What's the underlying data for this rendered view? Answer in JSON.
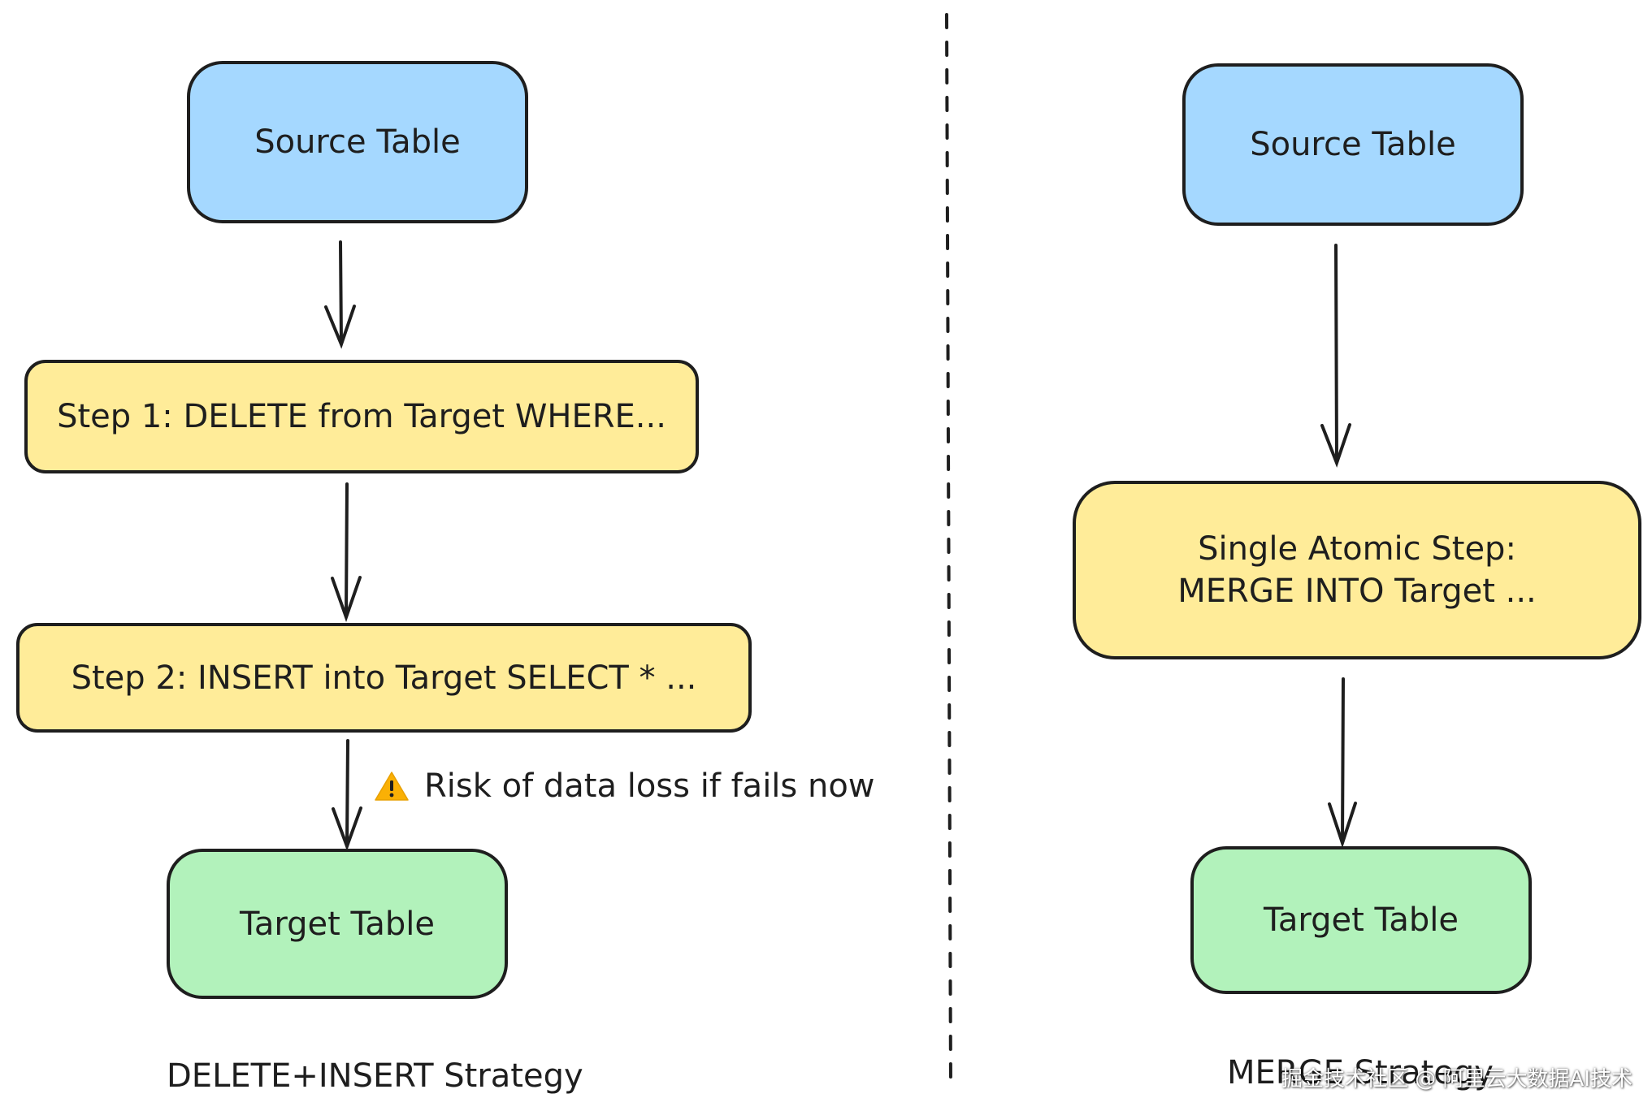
{
  "left": {
    "source": "Source Table",
    "step1": "Step 1: DELETE from Target WHERE...",
    "step2": "Step 2: INSERT into Target SELECT * ...",
    "warning": "Risk of data loss if fails now",
    "target": "Target Table",
    "caption": "DELETE+INSERT Strategy"
  },
  "right": {
    "source": "Source Table",
    "step": "Single Atomic Step:\nMERGE INTO Target ...",
    "target": "Target Table",
    "caption": "MERGE Strategy"
  },
  "watermark": "掘金技术社区 @ 阿里云大数据AI技术",
  "colors": {
    "source": "#a5d8ff",
    "step": "#ffec99",
    "target": "#b2f2bb",
    "stroke": "#1e1e1e",
    "warning": "#fab005"
  },
  "icons": {
    "warning": "warning-icon"
  }
}
